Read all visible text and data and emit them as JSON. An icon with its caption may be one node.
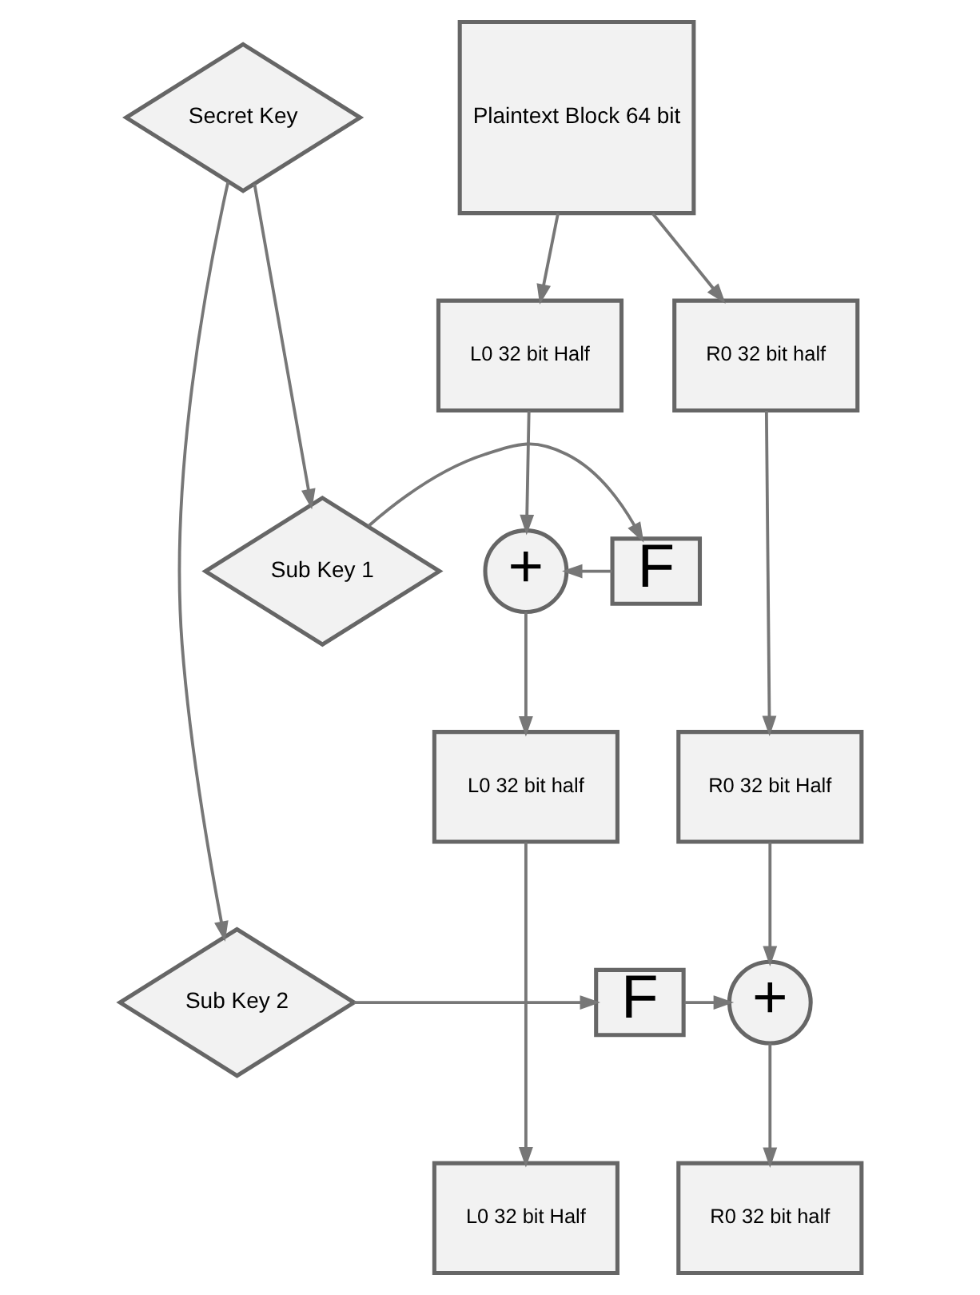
{
  "diagram": {
    "nodes": [
      {
        "text": [
          "Plaintext Block 64 bit"
        ]
      },
      {
        "text": [
          "L0 32 bit Half"
        ]
      },
      {
        "text": [
          "R0 32 bit half"
        ]
      },
      {
        "text": [
          "Secret Key"
        ]
      },
      {
        "text": [
          "Sub Key 1"
        ]
      },
      {
        "text": [
          "+"
        ]
      },
      {
        "text": [
          "F"
        ]
      },
      {
        "text": [
          "R0 32 bit Half"
        ]
      },
      {
        "text": [
          "L0 32 bit half"
        ]
      },
      {
        "text": [
          "Sub Key 2"
        ]
      },
      {
        "text": [
          "+"
        ]
      },
      {
        "text": [
          "F"
        ]
      },
      {
        "text": [
          "L0 32 bit Half"
        ]
      },
      {
        "text": [
          "R0 32 bit half"
        ]
      }
    ],
    "edges": [
      {
        "from": 0,
        "to": 1,
        "arrow": "to"
      },
      {
        "from": 0,
        "to": 2,
        "arrow": "to"
      },
      {
        "from": 3,
        "to": 4,
        "arrow": "to"
      },
      {
        "from": 3,
        "to": 9,
        "arrow": "to"
      },
      {
        "from": 1,
        "to": 5,
        "arrow": "to"
      },
      {
        "from": 4,
        "to": 6,
        "arrow": "to"
      },
      {
        "from": 6,
        "to": 5,
        "arrow": "to"
      },
      {
        "from": 5,
        "to": 8,
        "arrow": "to"
      },
      {
        "from": 2,
        "to": 7,
        "arrow": "to"
      },
      {
        "from": 7,
        "to": 10,
        "arrow": "to"
      },
      {
        "from": 9,
        "to": 11,
        "arrow": "to"
      },
      {
        "from": 11,
        "to": 10,
        "arrow": "to"
      },
      {
        "from": 10,
        "to": 13,
        "arrow": "to"
      },
      {
        "from": 8,
        "to": 12,
        "arrow": "to"
      }
    ]
  }
}
